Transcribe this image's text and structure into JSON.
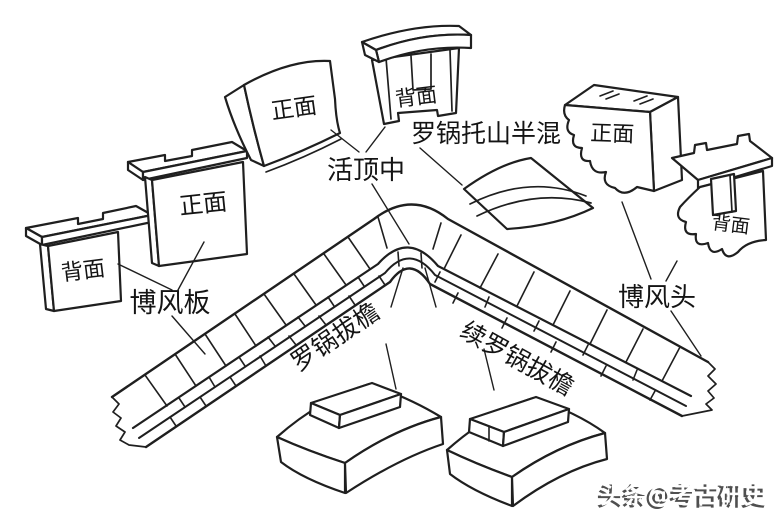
{
  "diagram": {
    "background": "#ffffff",
    "ink_color": "#1f1f1f",
    "face_labels": {
      "gable_board_back": "背面",
      "gable_board_front": "正面",
      "ridge_top_front": "正面",
      "ridge_top_back": "背面",
      "gable_head_front": "正面",
      "gable_head_back": "背面"
    },
    "part_labels": {
      "gable_board": "博风板",
      "ridge_top_center": "活顶中",
      "humpback_support_half_round": "罗锅托山半混",
      "gable_head": "博风头",
      "humpback_eave_course": "罗锅拔檐",
      "continued_humpback_eave_course": "续罗锅拔檐"
    }
  },
  "watermark": {
    "text": "头条@考古研史",
    "text_color": "#ffffff",
    "shadow_color": "#4f4f4f"
  }
}
